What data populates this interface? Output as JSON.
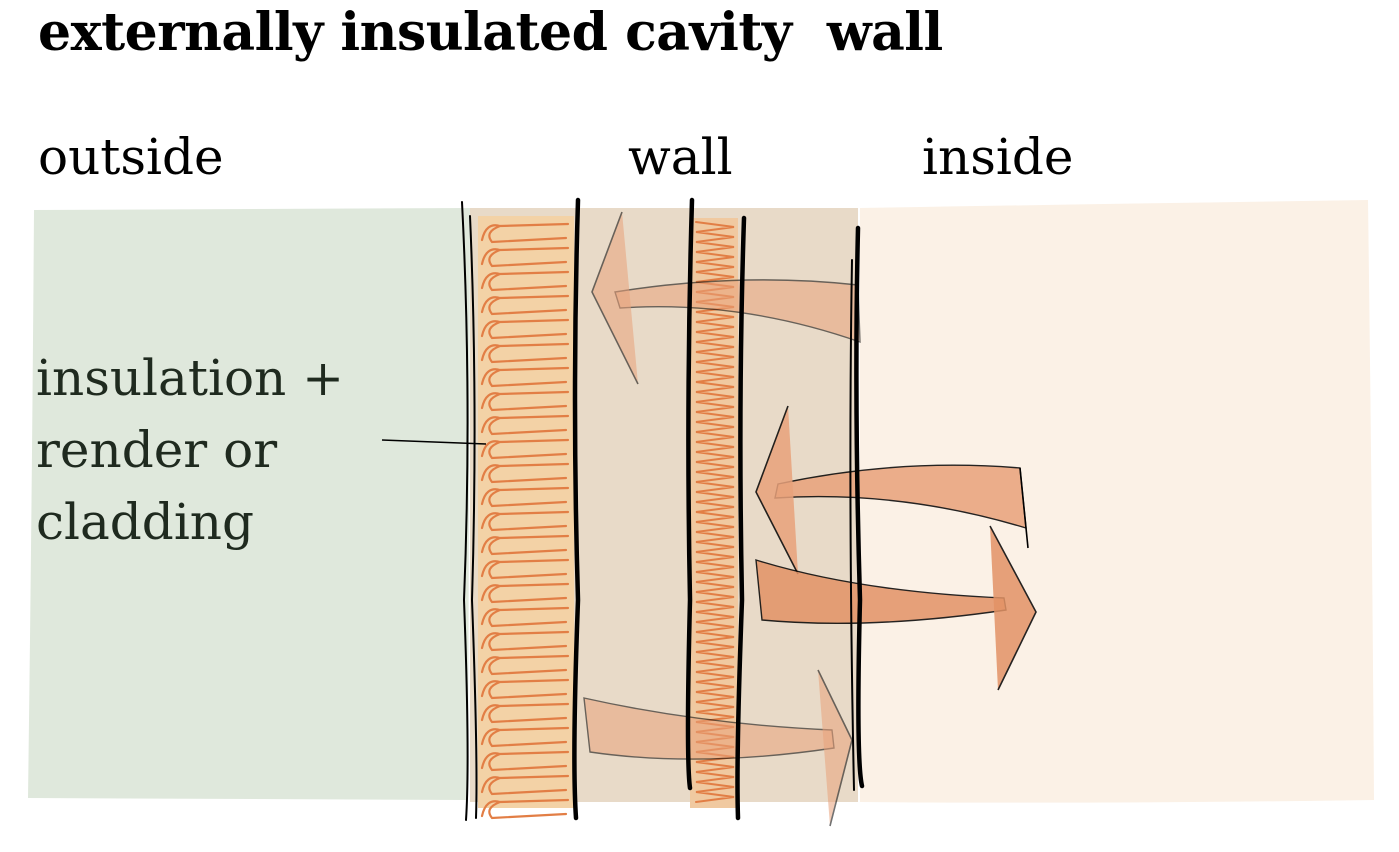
{
  "title": "externally insulated cavity  wall",
  "zones": {
    "outside": "outside",
    "wall": "wall",
    "inside": "inside"
  },
  "callout": {
    "lines": [
      "insulation +",
      "render or",
      "cladding"
    ]
  },
  "colors": {
    "outside_fill": "#dfe8dc",
    "wall_fill": "#e8dac8",
    "inside_fill": "#fbf1e6",
    "insulation_fill": "#f3d2a6",
    "insulation_stroke": "#e27e45",
    "arrow_fill": "#e9a27b"
  }
}
